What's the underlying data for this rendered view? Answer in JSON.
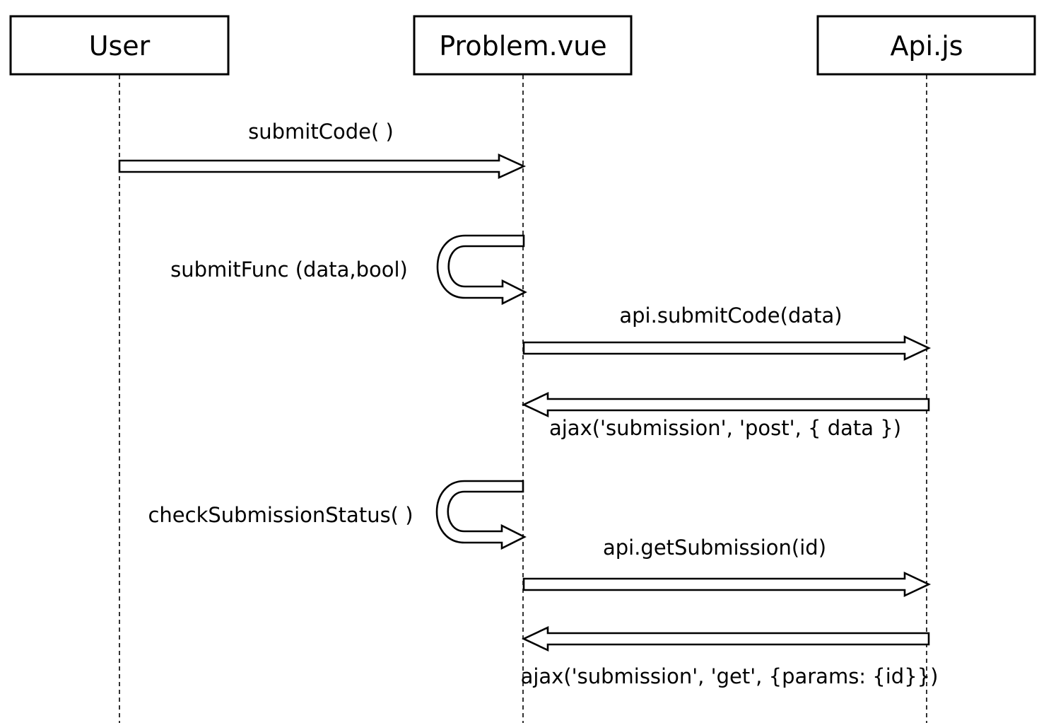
{
  "actors": [
    {
      "id": "user",
      "label": "User"
    },
    {
      "id": "problem",
      "label": "Problem.vue"
    },
    {
      "id": "api",
      "label": "Api.js"
    }
  ],
  "messages": [
    {
      "id": "m1",
      "from": "user",
      "to": "problem",
      "label": "submitCode( )",
      "kind": "call"
    },
    {
      "id": "m2",
      "from": "problem",
      "to": "problem",
      "label": "submitFunc (data,bool)",
      "kind": "self"
    },
    {
      "id": "m3",
      "from": "problem",
      "to": "api",
      "label": "api.submitCode(data)",
      "kind": "call"
    },
    {
      "id": "m4",
      "from": "api",
      "to": "problem",
      "label": "ajax('submission', 'post', { data })",
      "kind": "return"
    },
    {
      "id": "m5",
      "from": "problem",
      "to": "problem",
      "label": "checkSubmissionStatus( )",
      "kind": "self"
    },
    {
      "id": "m6",
      "from": "problem",
      "to": "api",
      "label": "api.getSubmission(id)",
      "kind": "call"
    },
    {
      "id": "m7",
      "from": "api",
      "to": "problem",
      "label": "ajax('submission', 'get', {params: {id}})",
      "kind": "return"
    }
  ]
}
